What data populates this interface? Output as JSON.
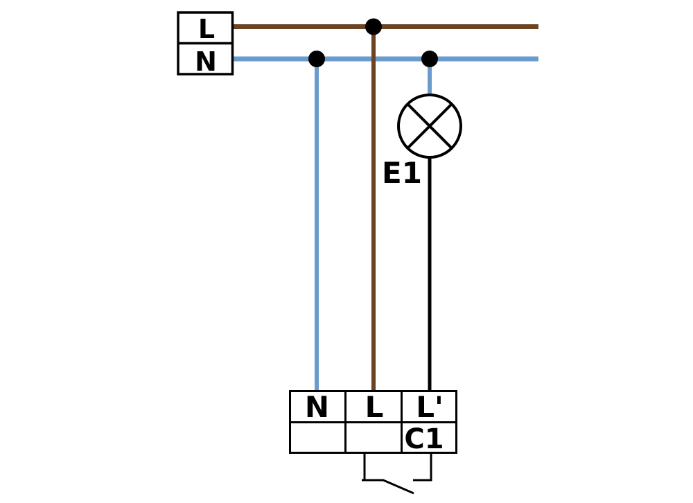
{
  "supply_box": {
    "live_label": "L",
    "neutral_label": "N"
  },
  "lamp": {
    "label": "E1"
  },
  "terminal_block": {
    "neutral_label": "N",
    "live_label": "L",
    "switched_live_label": "L'",
    "relay_output_label": "C1"
  },
  "colors": {
    "live_wire": "#6b4423",
    "neutral_wire": "#699bcd",
    "switched_live_wire": "#000000",
    "outline": "#000000",
    "background": "#ffffff"
  }
}
